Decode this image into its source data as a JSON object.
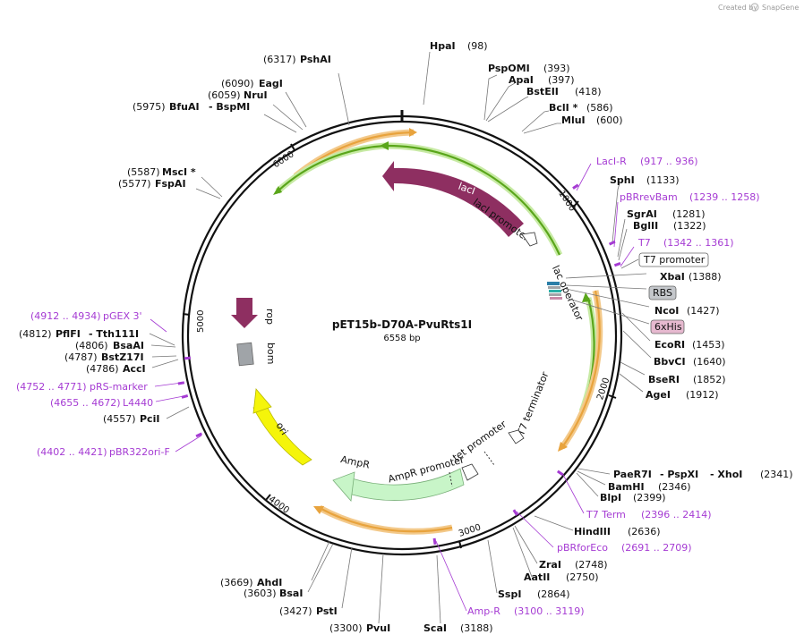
{
  "credit": {
    "prefix": "Created by",
    "brand": "SnapGene"
  },
  "plasmid": {
    "name": "pET15b-D70A-PvuRts1I",
    "size": "6558 bp"
  },
  "ticks": [
    {
      "label": "1000",
      "angle": 56
    },
    {
      "label": "2000",
      "angle": 108
    },
    {
      "label": "3000",
      "angle": 162
    },
    {
      "label": "4000",
      "angle": 216
    },
    {
      "label": "5000",
      "angle": 272
    },
    {
      "label": "6000",
      "angle": 325
    }
  ],
  "enzymes_right": [
    {
      "name": "HpaI",
      "pos": "(98)"
    },
    {
      "name": "PspOMI",
      "pos": "(393)"
    },
    {
      "name": "ApaI",
      "pos": "(397)"
    },
    {
      "name": "BstEII",
      "pos": "(418)"
    },
    {
      "name": "BclI *",
      "pos": "(586)"
    },
    {
      "name": "MluI",
      "pos": "(600)"
    },
    {
      "name": "SphI",
      "pos": "(1133)"
    },
    {
      "name": "SgrAI",
      "pos": "(1281)"
    },
    {
      "name": "BglII",
      "pos": "(1322)"
    },
    {
      "name": "XbaI",
      "pos": "(1388)"
    },
    {
      "name": "NcoI",
      "pos": "(1427)"
    },
    {
      "name": "EcoRI",
      "pos": "(1453)"
    },
    {
      "name": "BbvCI",
      "pos": "(1640)"
    },
    {
      "name": "BseRI",
      "pos": "(1852)"
    },
    {
      "name": "AgeI",
      "pos": "(1912)"
    },
    {
      "name": "PaeR7I",
      "mid": "- PspXI",
      "mid2": "- XhoI",
      "pos": "(2341)"
    },
    {
      "name": "BamHI",
      "pos": "(2346)"
    },
    {
      "name": "BlpI",
      "pos": "(2399)"
    },
    {
      "name": "HindIII",
      "pos": "(2636)"
    },
    {
      "name": "ZraI",
      "pos": "(2748)"
    },
    {
      "name": "AatII",
      "pos": "(2750)"
    },
    {
      "name": "SspI",
      "pos": "(2864)"
    },
    {
      "name": "ScaI",
      "pos": "(3188)"
    }
  ],
  "enzymes_left": [
    {
      "name": "PshAI",
      "pos": "(6317)"
    },
    {
      "name": "EagI",
      "pos": "(6090)"
    },
    {
      "name": "NruI",
      "pos": "(6059)"
    },
    {
      "name": "BfuAI",
      "mid": "- BspMI",
      "pos": "(5975)"
    },
    {
      "name": "MscI *",
      "pos": "(5587)"
    },
    {
      "name": "FspAI",
      "pos": "(5577)"
    },
    {
      "name": "PflFI",
      "mid": "- Tth111I",
      "pos": "(4812)"
    },
    {
      "name": "BsaAI",
      "pos": "(4806)"
    },
    {
      "name": "BstZ17I",
      "pos": "(4787)"
    },
    {
      "name": "AccI",
      "pos": "(4786)"
    },
    {
      "name": "PciI",
      "pos": "(4557)"
    },
    {
      "name": "PvuI",
      "pos": "(3300)"
    },
    {
      "name": "PstI",
      "pos": "(3427)"
    },
    {
      "name": "BsaI",
      "pos": "(3603)"
    },
    {
      "name": "AhdI",
      "pos": "(3669)"
    }
  ],
  "primers": [
    {
      "name": "LacI-R",
      "range": "(917 .. 936)"
    },
    {
      "name": "pBRrevBam",
      "range": "(1239 .. 1258)"
    },
    {
      "name": "T7",
      "range": "(1342 .. 1361)"
    },
    {
      "name": "T7 Term",
      "range": "(2396 .. 2414)"
    },
    {
      "name": "pBRforEco",
      "range": "(2691 .. 2709)"
    },
    {
      "name": "Amp-R",
      "range": "(3100 .. 3119)"
    },
    {
      "name": "pGEX 3'",
      "range": "(4912 .. 4934)"
    },
    {
      "name": "pRS-marker",
      "range": "(4752 .. 4771)"
    },
    {
      "name": "L4440",
      "range": "(4655 .. 4672)"
    },
    {
      "name": "pBR322ori-F",
      "range": "(4402 .. 4421)"
    }
  ],
  "boxed_features": {
    "t7_promoter": "T7 promoter",
    "rbs": "RBS",
    "his": "6xHis"
  },
  "features": {
    "laci": "lacI",
    "laci_promoter": "lacI promoter",
    "lac_operator": "lac operator",
    "rop": "rop",
    "bom": "bom",
    "ori": "ori",
    "ampr": "AmpR",
    "ampr_promoter": "AmpR promoter",
    "tet_promoter": "tet promoter",
    "t7_terminator": "T7 terminator"
  },
  "colors": {
    "laci": "#8e2f61",
    "rop": "#8e2f61",
    "ori": "#f5f50a",
    "ampr": "#c8f5c8",
    "bom": "#a0a4a8",
    "orange": "#e8a33d",
    "green": "#5aa61b",
    "primer": "#a53bd3"
  }
}
